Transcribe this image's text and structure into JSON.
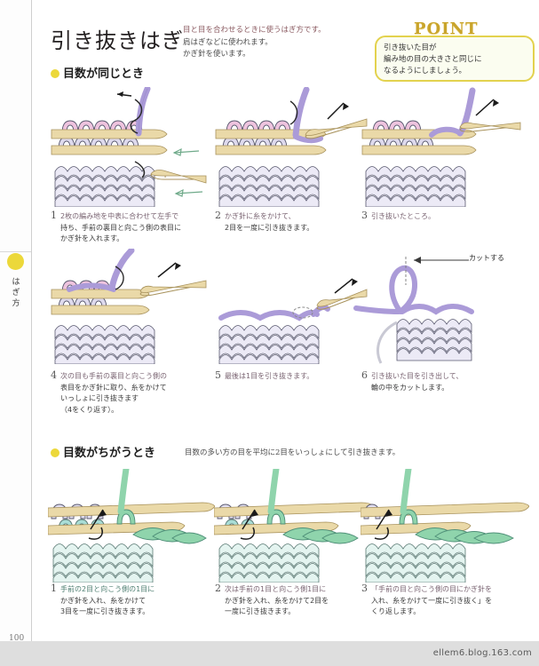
{
  "page": {
    "number": "100",
    "watermark": "ellem6.blog.163.com"
  },
  "side_tab": {
    "chars": [
      "は",
      "ぎ",
      "方"
    ],
    "dot_color": "#ecd83a"
  },
  "header": {
    "title": "引き抜きはぎ",
    "description": [
      "目と目を合わせるときに使うはぎ方です。",
      "肩はぎなどに使われます。",
      "かぎ針を使います。"
    ]
  },
  "point": {
    "label": "POINT",
    "lines": [
      "引き抜いた目が",
      "編み地の目の大きさと同じに",
      "なるようにしましょう。"
    ],
    "border_color": "#e3d24e",
    "fill_color": "#fbfdf0"
  },
  "section1": {
    "heading": "目数が同じとき",
    "steps": [
      {
        "num": "1",
        "lines": [
          "2枚の編み地を中表に合わせて左手で",
          "持ち、手前の裏目と向こう側の表目に",
          "かぎ針を入れます。"
        ]
      },
      {
        "num": "2",
        "lines": [
          "かぎ針に糸をかけて、",
          "2目を一度に引き抜きます。"
        ]
      },
      {
        "num": "3",
        "lines": [
          "引き抜いたところ。"
        ]
      },
      {
        "num": "4",
        "lines": [
          "次の目も手前の裏目と向こう側の",
          "表目をかぎ針に取り、糸をかけて",
          "いっしょに引き抜きます",
          "（4をくり返す）。"
        ]
      },
      {
        "num": "5",
        "lines": [
          "最後は1目を引き抜きます。"
        ]
      },
      {
        "num": "6",
        "lines": [
          "引き抜いた目を引き出して、",
          "輪の中をカットします。"
        ]
      }
    ],
    "cut_label": "カットする"
  },
  "section2": {
    "heading": "目数がちがうとき",
    "note": "目数の多い方の目を平均に2目をいっしょにして引き抜きます。",
    "steps": [
      {
        "num": "1",
        "lines": [
          "手前の2目と向こう側の1目に",
          "かぎ針を入れ、糸をかけて",
          "3目を一度に引き抜きます。"
        ]
      },
      {
        "num": "2",
        "lines": [
          "次は手前の1目と向こう側1目に",
          "かぎ針を入れ、糸をかけて2目を",
          "一度に引き抜きます。"
        ]
      },
      {
        "num": "3",
        "lines": [
          "「手前の目と向こう側の目にかぎ針を",
          "入れ、糸をかけて一度に引き抜く」を",
          "くり返します。"
        ]
      }
    ]
  },
  "colors": {
    "hook_purple": "#ab9bd8",
    "loop_pink": "#ecc5de",
    "fabric_lavender": "#e6e3f2",
    "needle_tan": "#ead9a8",
    "yarn_green": "#8fd4ac",
    "fabric_mint": "#dff2ee",
    "loop_teal": "#9bd9d0",
    "outline": "#4a4a5a",
    "accent_yellow": "#ecd83a"
  }
}
